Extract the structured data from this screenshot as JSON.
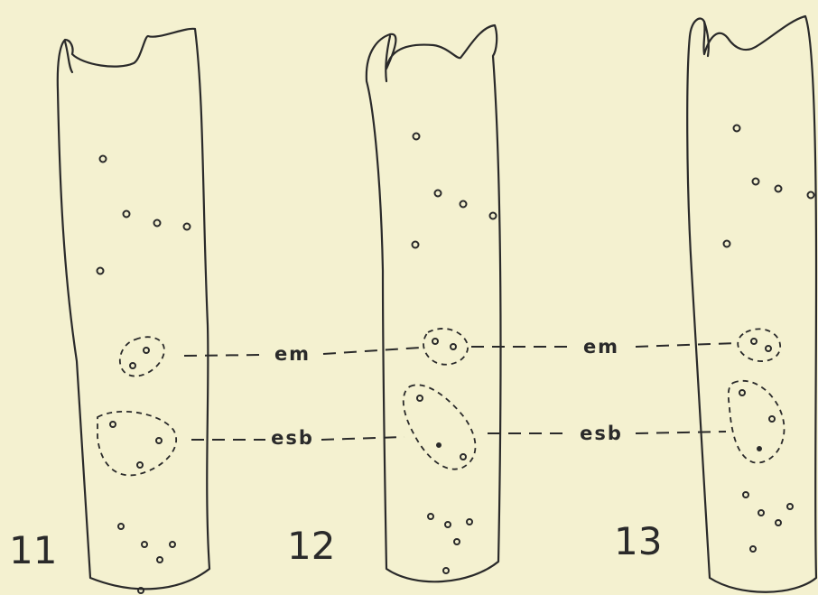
{
  "figures": [
    {
      "number": "11"
    },
    {
      "number": "12"
    },
    {
      "number": "13"
    }
  ],
  "labels": {
    "em_label": "em",
    "esb_label": "esb"
  },
  "colors": {
    "background": "#f4f1d0",
    "ink": "#2a2a2a"
  }
}
